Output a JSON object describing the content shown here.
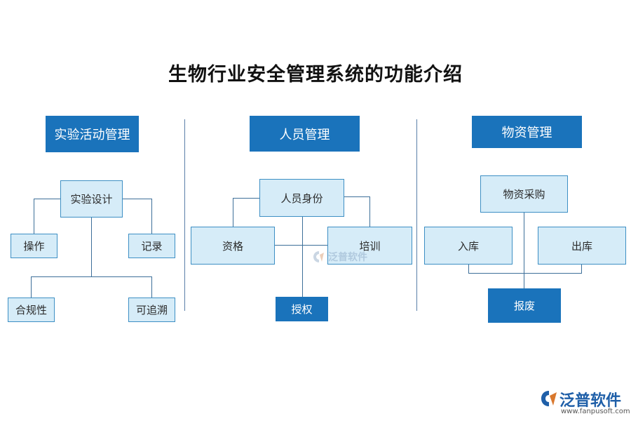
{
  "title": "生物行业安全管理系统的功能介绍",
  "sections": {
    "lab": {
      "header": "实验活动管理",
      "root": "实验设计",
      "children": [
        "操作",
        "记录",
        "合规性",
        "可追溯"
      ]
    },
    "personnel": {
      "header": "人员管理",
      "root": "人员身份",
      "children": [
        "资格",
        "培训",
        "授权"
      ]
    },
    "materials": {
      "header": "物资管理",
      "root": "物资采购",
      "children": [
        "入库",
        "出库",
        "报废"
      ]
    }
  },
  "watermark": "泛普软件",
  "brand": {
    "name": "泛普软件",
    "url": "www.fanpusoft.com"
  },
  "colors": {
    "header_bg": "#1a73bb",
    "box_bg": "#d6ecf8",
    "box_border": "#3d8fc4",
    "line": "#3d6f99"
  }
}
